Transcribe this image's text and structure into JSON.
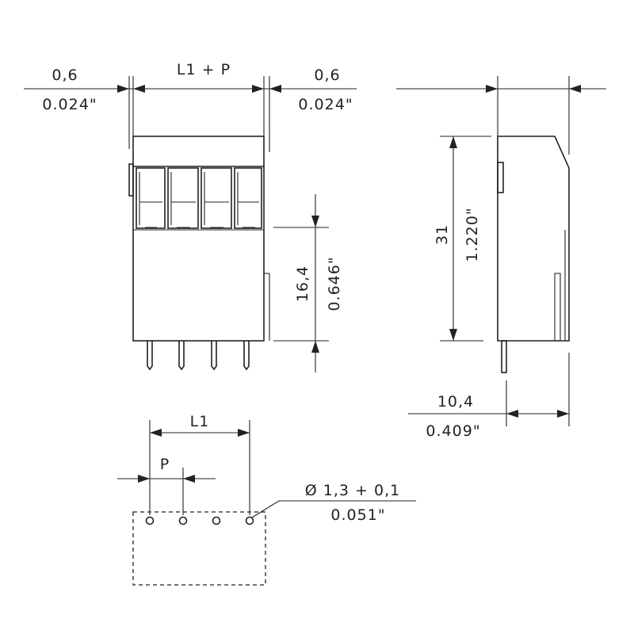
{
  "front_view": {
    "left_margin_mm": "0,6",
    "left_margin_in": "0.024\"",
    "width_label": "L1 + P",
    "right_margin_mm": "0,6",
    "right_margin_in": "0.024\"",
    "height_mm": "16,4",
    "height_in": "0.646\""
  },
  "side_view": {
    "height_mm": "31",
    "height_in": "1.220\"",
    "depth_mm": "10,4",
    "depth_in": "0.409\""
  },
  "pcb_layout": {
    "length_label": "L1",
    "pitch_label": "P",
    "hole_diameter": "Ø 1,3 + 0,1",
    "hole_diameter_in": "0.051\""
  }
}
